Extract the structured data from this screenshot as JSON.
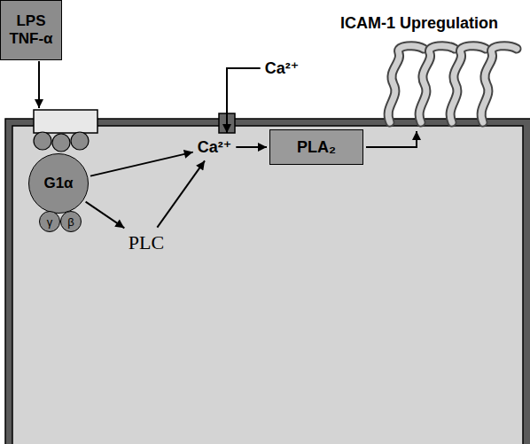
{
  "diagram": {
    "nodes": [
      {
        "text": [
          "LPS TNF-α"
        ]
      },
      {
        "text": [
          "Ca²⁺"
        ]
      },
      {
        "text": [
          "G1α"
        ]
      },
      {
        "text": [
          "Ca²⁺"
        ]
      },
      {
        "text": [
          "PLA₂"
        ]
      },
      {
        "text": [
          "γ"
        ]
      },
      {
        "text": [
          "β"
        ]
      },
      {
        "text": [
          "PLC"
        ]
      }
    ],
    "edges": [
      {
        "from": 2,
        "to": 3,
        "arrow": "to"
      },
      {
        "from": 2,
        "to": 7,
        "arrow": "to"
      },
      {
        "from": 7,
        "to": 3,
        "arrow": "to"
      },
      {
        "from": 1,
        "to": 3,
        "arrow": "to"
      },
      {
        "from": 3,
        "to": 4,
        "arrow": "to"
      }
    ],
    "labels": [
      "ICAM-1 Upregulation"
    ]
  }
}
